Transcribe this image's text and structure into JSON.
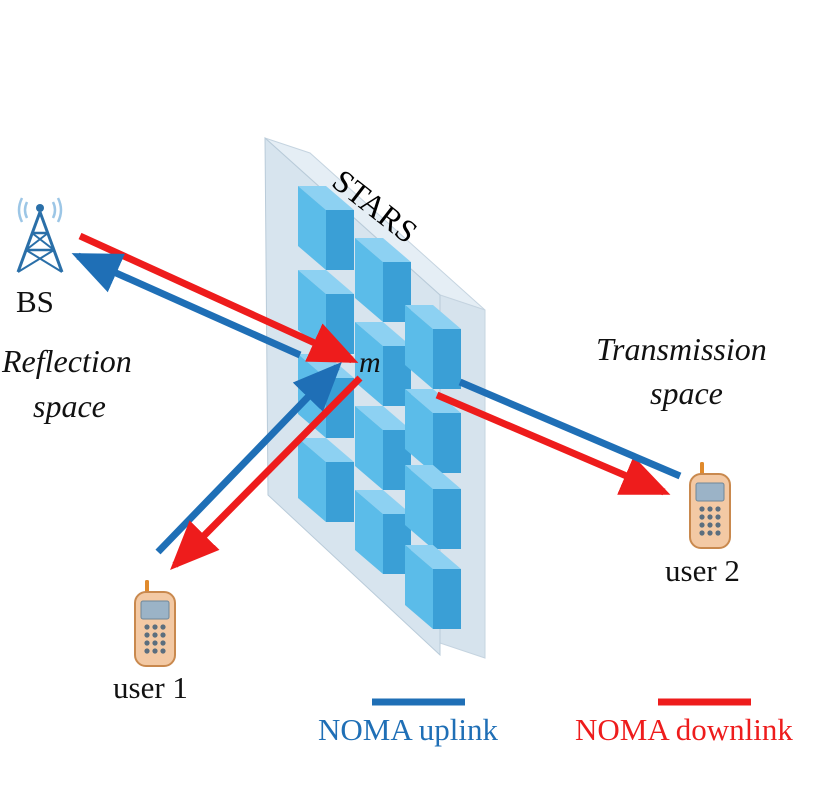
{
  "labels": {
    "bs": "BS",
    "stars": "STARS",
    "reflection_line1": "Reflection",
    "reflection_line2": "space",
    "transmission_line1": "Transmission",
    "transmission_line2": "space",
    "element_m": "m",
    "user1": "user 1",
    "user2": "user 2"
  },
  "legend": {
    "uplink_label": "NOMA uplink",
    "downlink_label": "NOMA downlink"
  },
  "colors": {
    "uplink": "#1f6fb6",
    "downlink": "#ee1c1c",
    "stars_panel": "#c9dbe8",
    "element_front": "#5bbce9",
    "element_side": "#3a9fd6",
    "element_top": "#8dd1f2"
  },
  "icons": {
    "bs": "base-station-tower-icon",
    "user1": "mobile-phone-icon",
    "user2": "mobile-phone-icon"
  }
}
